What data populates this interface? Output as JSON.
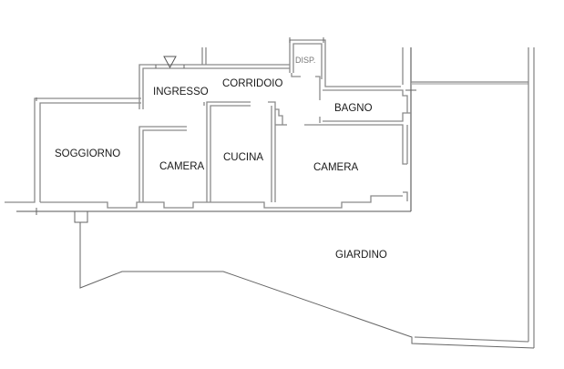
{
  "plan": {
    "colors": {
      "wall": "#8a8a8a",
      "dark_line": "#555555",
      "text": "#1a1a1a",
      "background": "#ffffff"
    },
    "rooms": {
      "soggiorno": "SOGGIORNO",
      "ingresso": "INGRESSO",
      "corridoio": "CORRIDOIO",
      "disp": "DISP.",
      "bagno": "BAGNO",
      "camera_1": "CAMERA",
      "cucina": "CUCINA",
      "camera_2": "CAMERA",
      "giardino": "GIARDINO"
    },
    "symbols": {
      "entrance": "entrance-triangle"
    }
  }
}
